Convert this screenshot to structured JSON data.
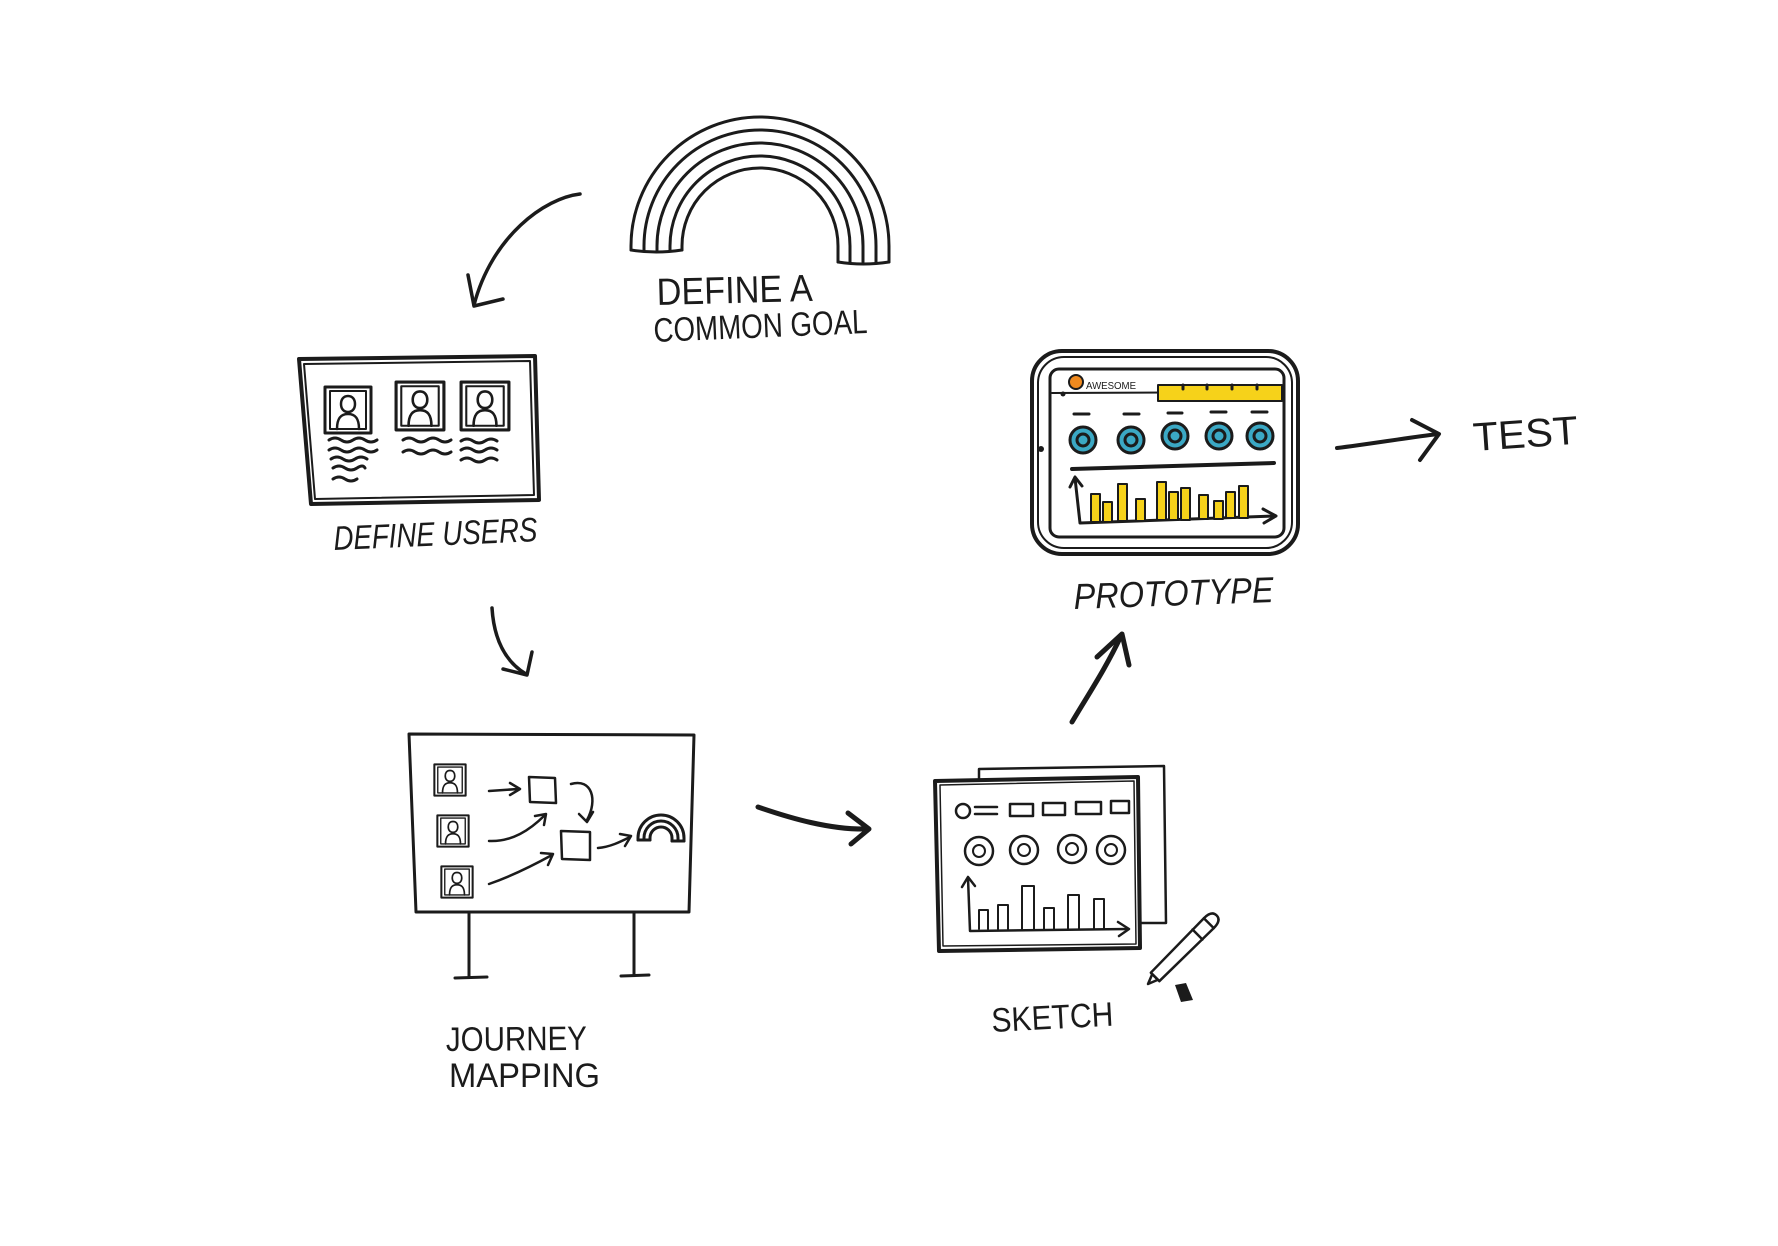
{
  "colors": {
    "ink": "#1b1b1b",
    "yellow": "#f6d21a",
    "teal": "#3ba8c4",
    "orange": "#f08a1f",
    "background": "#ffffff"
  },
  "steps": {
    "goal": {
      "label_line1": "DEFINE A",
      "label_line2": "COMMON GOAL",
      "icon": "rainbow-icon"
    },
    "users": {
      "label": "DEFINE USERS",
      "icon": "user-board-icon"
    },
    "journey": {
      "label_line1": "JOURNEY",
      "label_line2": "MAPPING",
      "icon": "journey-board-icon"
    },
    "sketch": {
      "label": "SKETCH",
      "icon": "sketch-paper-icon"
    },
    "prototype": {
      "label": "PROTOTYPE",
      "icon": "tablet-icon",
      "screen_brand": "AWESOME"
    },
    "test": {
      "label": "TEST"
    }
  }
}
